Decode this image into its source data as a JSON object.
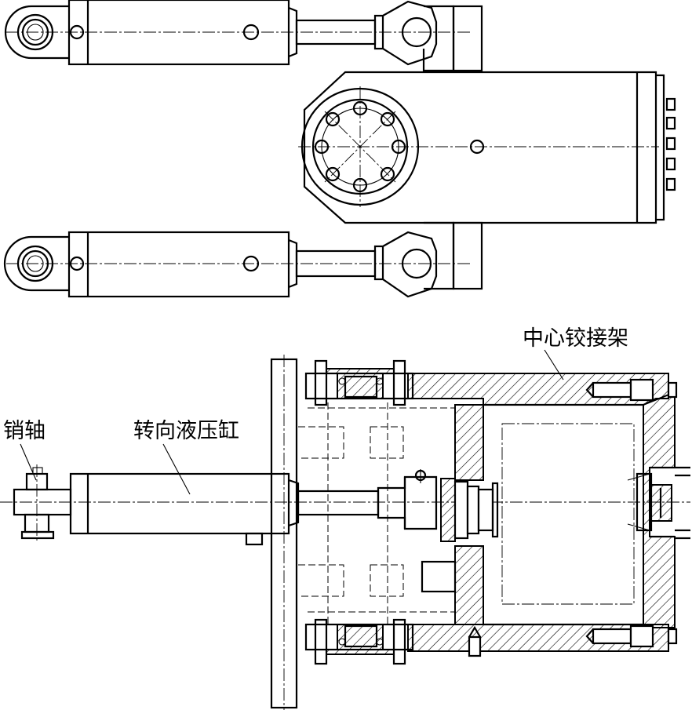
{
  "labels": {
    "pin_shaft": "销轴",
    "steering_cylinder": "转向液压缸",
    "center_hinge_frame": "中心铰接架"
  }
}
